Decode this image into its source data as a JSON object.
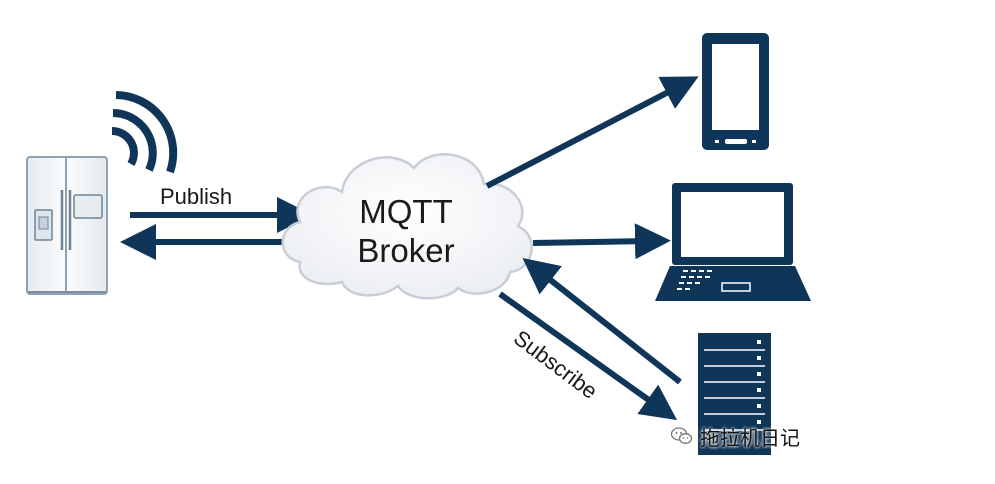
{
  "diagram": {
    "publish_label": "Publish",
    "broker_line1": "MQTT",
    "broker_line2": "Broker",
    "subscribe_label": "Subscribe"
  },
  "colors": {
    "navy": "#0f3559",
    "cloud_fill": "#f3f5f8",
    "cloud_stroke": "#c9ced6",
    "fridge_fill": "#f1f4f7",
    "fridge_stroke": "#8fa1b3"
  },
  "icons": {
    "fridge": "refrigerator-icon",
    "wifi": "wifi-signal-icon",
    "phone": "smartphone-icon",
    "laptop": "laptop-icon",
    "server": "server-rack-icon"
  },
  "watermark": {
    "text": "拖拉机日记"
  }
}
